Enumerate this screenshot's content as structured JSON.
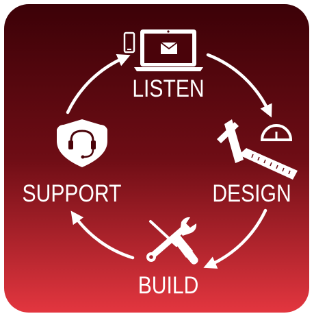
{
  "diagram": {
    "colors": {
      "gradient_top": "#3c0107",
      "gradient_bottom": "#e3363f",
      "foreground": "#ffffff"
    },
    "stages": [
      {
        "label": "LISTEN",
        "icon": "laptop-phone-email-icon"
      },
      {
        "label": "DESIGN",
        "icon": "ruler-protractor-icon"
      },
      {
        "label": "BUILD",
        "icon": "wrench-screwdriver-icon"
      },
      {
        "label": "SUPPORT",
        "icon": "shield-headset-icon"
      }
    ],
    "cycle_direction": "clockwise"
  }
}
